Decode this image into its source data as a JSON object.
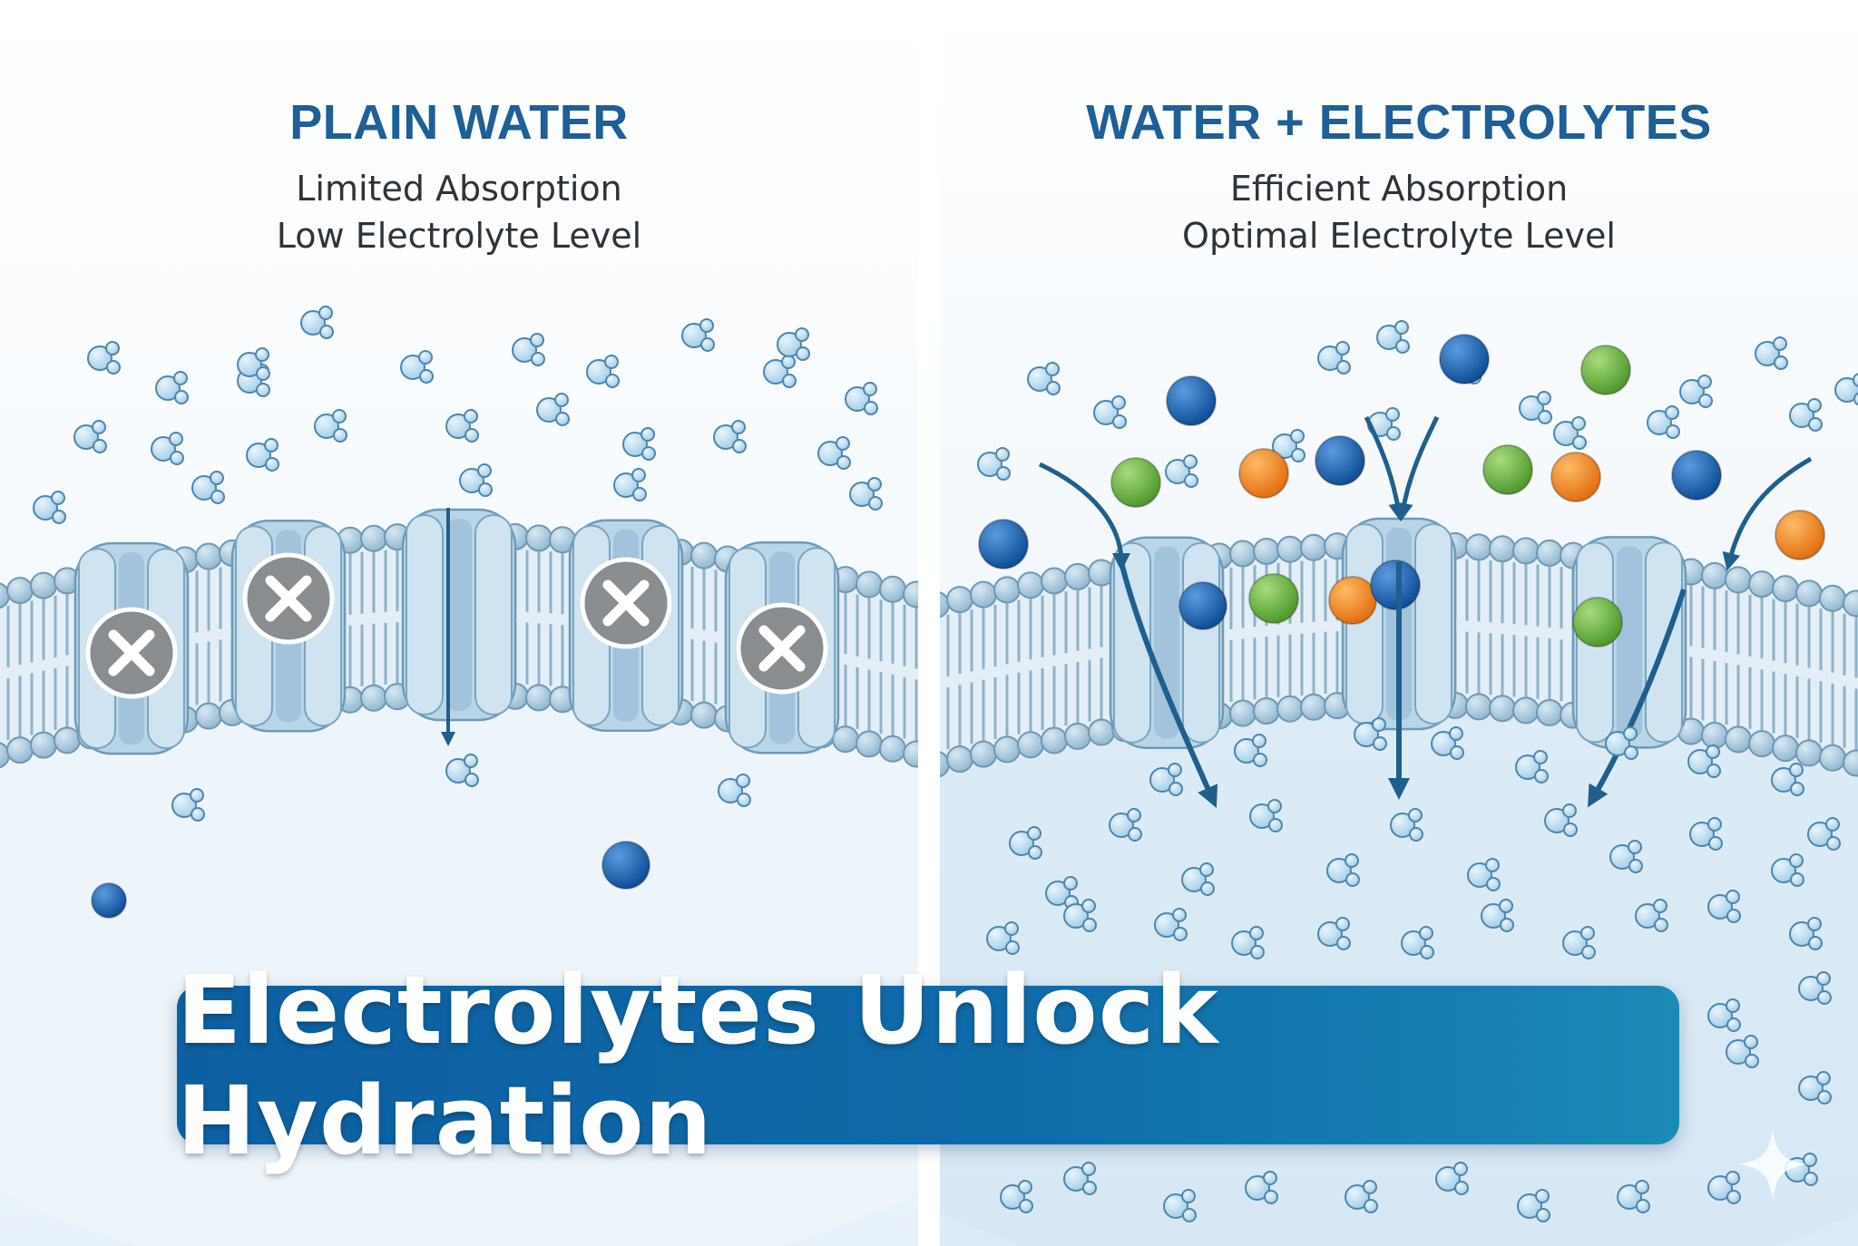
{
  "left_panel": {
    "title": "PLAIN WATER",
    "subtitle_lines": [
      "Limited Absorption",
      "Low Electrolyte Level"
    ],
    "state": "channels blocked"
  },
  "right_panel": {
    "title": "WATER + ELECTROLYTES",
    "subtitle_lines": [
      "Efficient Absorption",
      "Optimal Electrolyte Level"
    ],
    "state": "channels open"
  },
  "banner": {
    "title": "Electrolytes Unlock Hydration"
  },
  "icons": {
    "blocked_marker": "x-circle-icon",
    "water_molecule": "water-molecule-icon",
    "electrolyte_ion": "ion-sphere-icon",
    "flow_arrow": "arrow-down-icon",
    "corner_mark": "sparkle-icon"
  },
  "colors": {
    "title_blue": "#1d5f96",
    "ion_blue": "#1d63b0",
    "ion_green": "#6ab343",
    "ion_orange": "#f08a24",
    "water": "#bcdcef",
    "membrane": "#a9cbe0",
    "blocked_marker": "#8a8d90",
    "banner": "#0f66a5"
  }
}
